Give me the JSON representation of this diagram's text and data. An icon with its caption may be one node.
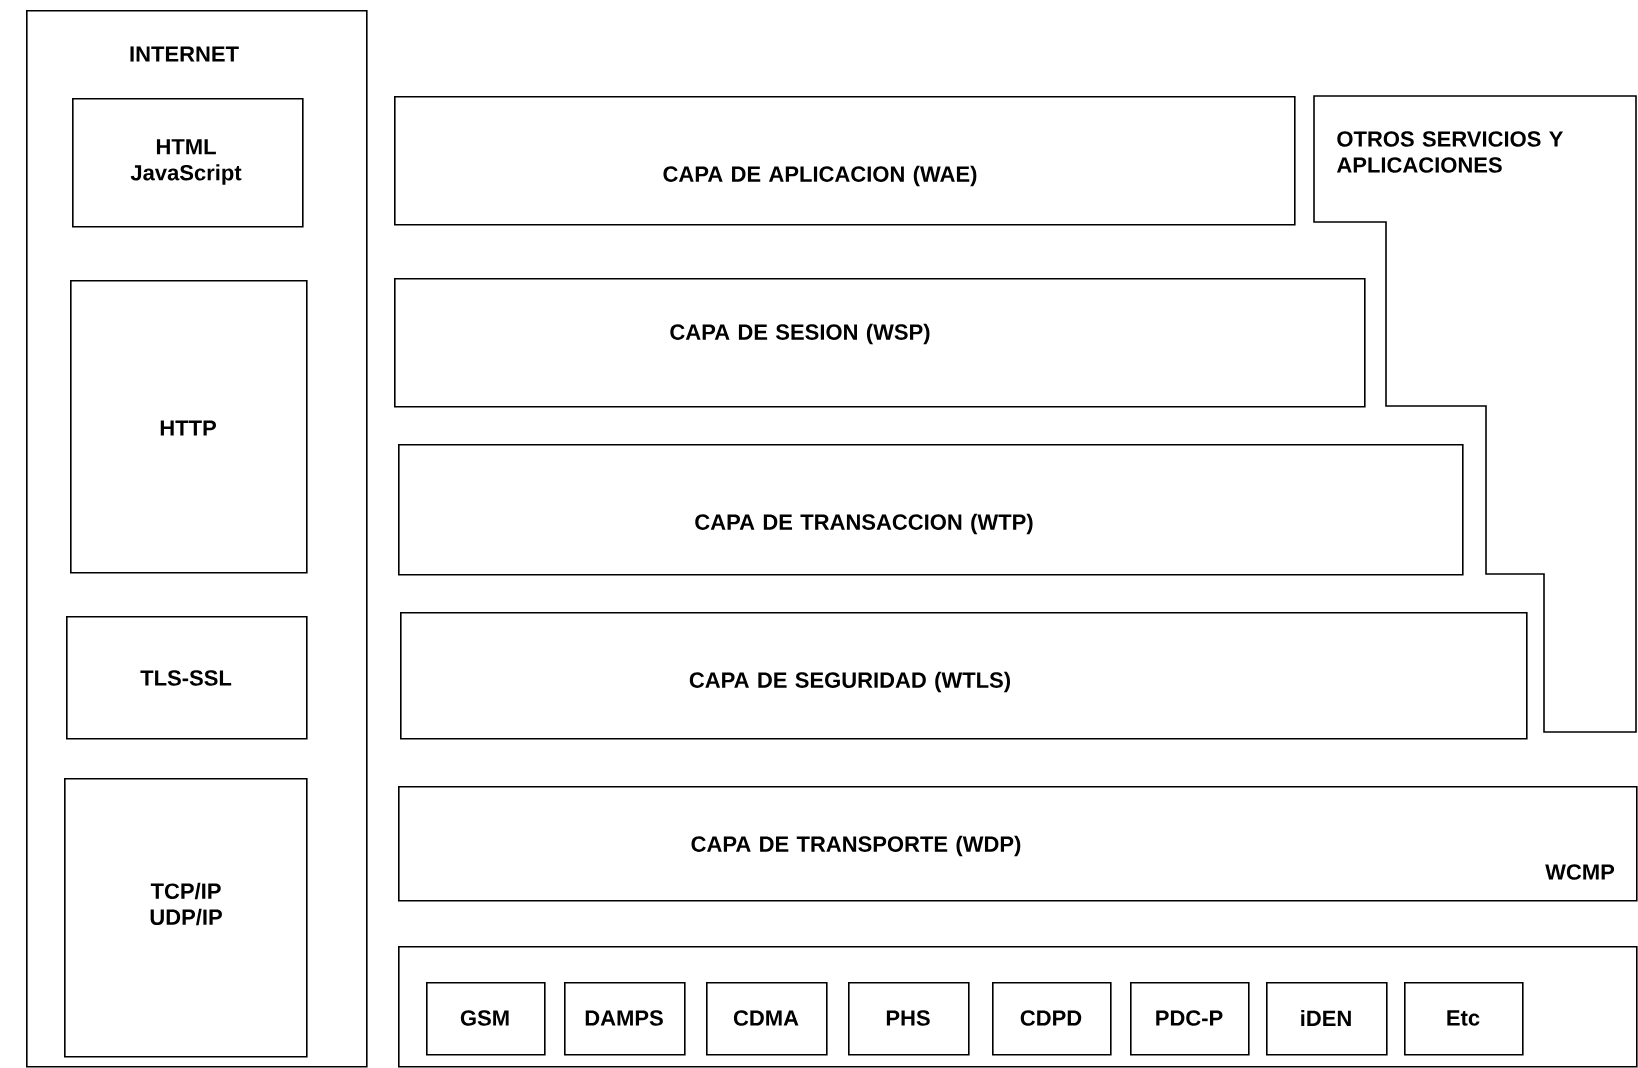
{
  "diagram": {
    "nodes": [
      {
        "text": [
          "INTERNET"
        ]
      },
      {
        "text": [
          "HTML JavaScript"
        ],
        "in": 0
      },
      {
        "text": [
          "HTTP"
        ],
        "in": 0
      },
      {
        "text": [
          "TLS-SSL"
        ],
        "in": 0
      },
      {
        "text": [
          "TCP/IP UDP/IP"
        ],
        "in": 0
      },
      {
        "text": [
          "CAPA DE APLICACION (WAE)"
        ]
      },
      {
        "text": [
          "CAPA DE SESION (WSP)"
        ]
      },
      {
        "text": [
          "CAPA DE TRANSACCION (WTP)"
        ]
      },
      {
        "text": [
          "CAPA DE SEGURIDAD (WTLS)"
        ]
      },
      {
        "text": [
          "OTROS SERVICIOS Y APLICACIONES"
        ]
      },
      {
        "text": [
          "CAPA DE TRANSPORTE (WDP)",
          "WCMP"
        ]
      },
      {
        "text": [],
        "shape": "box"
      },
      {
        "text": [
          "GSM"
        ],
        "in": 11
      },
      {
        "text": [
          "DAMPS"
        ],
        "in": 11
      },
      {
        "text": [
          "CDMA"
        ],
        "in": 11
      },
      {
        "text": [
          "PHS"
        ],
        "in": 11
      },
      {
        "text": [
          "CDPD"
        ],
        "in": 11
      },
      {
        "text": [
          "PDC-P"
        ],
        "in": 11
      },
      {
        "text": [
          "iDEN"
        ],
        "in": 11
      },
      {
        "text": [
          "Etc"
        ],
        "in": 11
      }
    ]
  }
}
